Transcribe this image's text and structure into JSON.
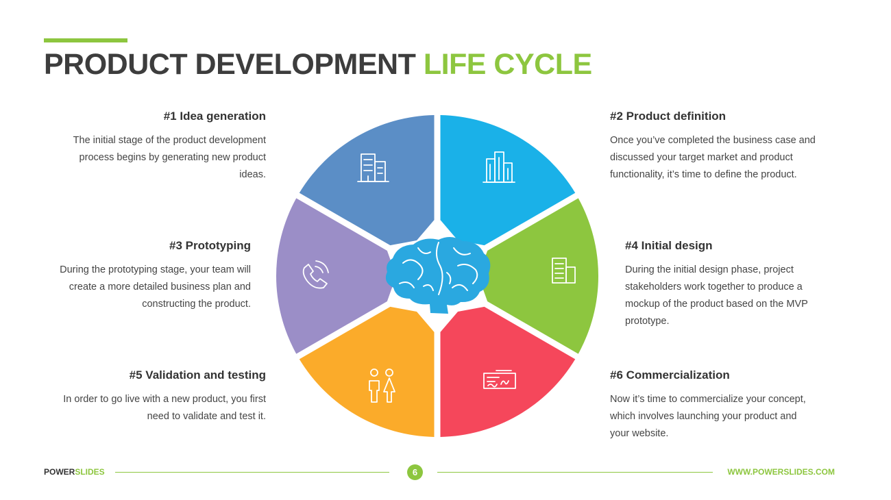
{
  "slide": {
    "title_part1": "PRODUCT DEVELOPMENT ",
    "title_part2": "LIFE CYCLE",
    "accent_color": "#8dc63f"
  },
  "stages": [
    {
      "heading": "#1 Idea generation",
      "text": "The initial stage of the product development process begins by generating new product ideas.",
      "color": "#5b8ec6",
      "icon": "office-building-icon"
    },
    {
      "heading": "#2 Product definition",
      "text": "Once you’ve completed the business case and discussed your target market and product functionality, it’s time to define the product.",
      "color": "#1ab1e8",
      "icon": "city-buildings-icon"
    },
    {
      "heading": "#3 Prototyping",
      "text": "During the prototyping stage, your team will create a more detailed business plan and constructing the product.",
      "color": "#9b8ec7",
      "icon": "phone-call-icon"
    },
    {
      "heading": "#4 Initial design",
      "text": "During the initial design phase, project stakeholders work together to produce a mockup of the product based on the MVP prototype.",
      "color": "#8dc63f",
      "icon": "document-icon"
    },
    {
      "heading": "#5 Validation and testing",
      "text": "In order to go live with a new product, you first need to validate and test it.",
      "color": "#fbab2a",
      "icon": "people-icon"
    },
    {
      "heading": "#6 Commercialization",
      "text": "Now it’s time to commercialize your concept, which involves launching your product and your website.",
      "color": "#f5475b",
      "icon": "check-signature-icon"
    }
  ],
  "center": {
    "icon": "brain-icon",
    "color": "#2aa8e0"
  },
  "footer": {
    "brand_part1": "POWER",
    "brand_part2": "SLIDES",
    "page_number": "6",
    "url": "WWW.POWERSLIDES.COM"
  }
}
